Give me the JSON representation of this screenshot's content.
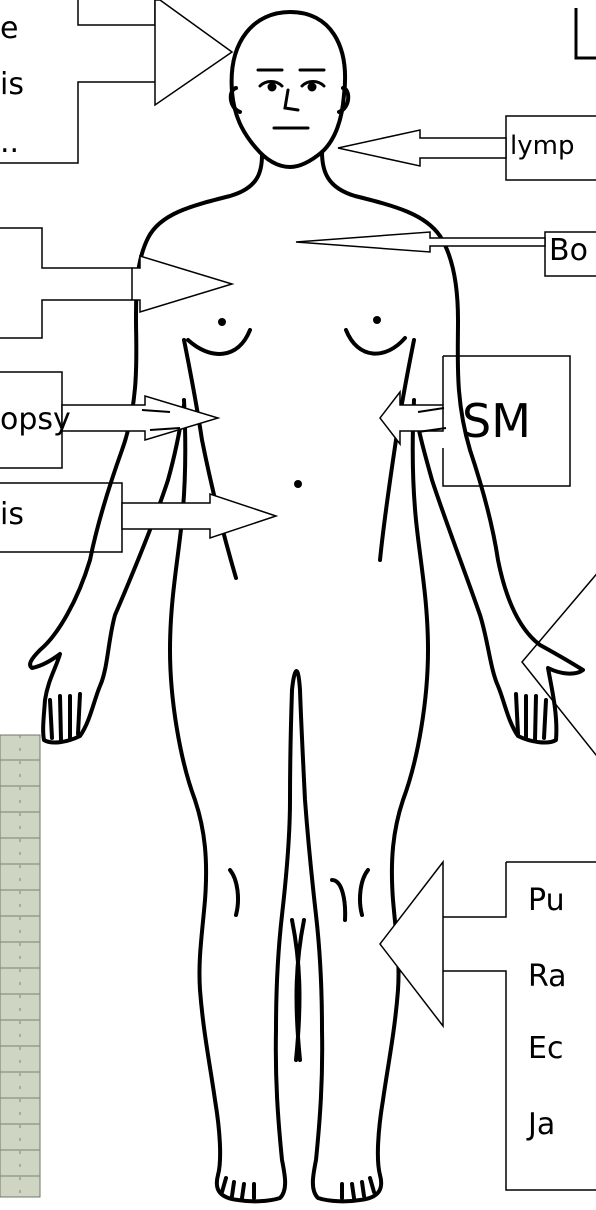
{
  "labels": {
    "top_left_line1": "e",
    "top_left_line2": "is",
    "top_left_line3": "..",
    "lymph_box": "lymp",
    "bone_box": "Bo",
    "biopsy_box": "opsy",
    "is_box": "is",
    "sm_box": "SM",
    "title_fragment": "L",
    "bottom_right_line1": "Pu",
    "bottom_right_line2": "Ra",
    "bottom_right_line3": "Ec",
    "bottom_right_line4": "Ja"
  },
  "colors": {
    "stroke": "#000000",
    "background": "#ffffff",
    "photo_bg": "#cfd5c3",
    "photo_grid": "#8a9480"
  }
}
